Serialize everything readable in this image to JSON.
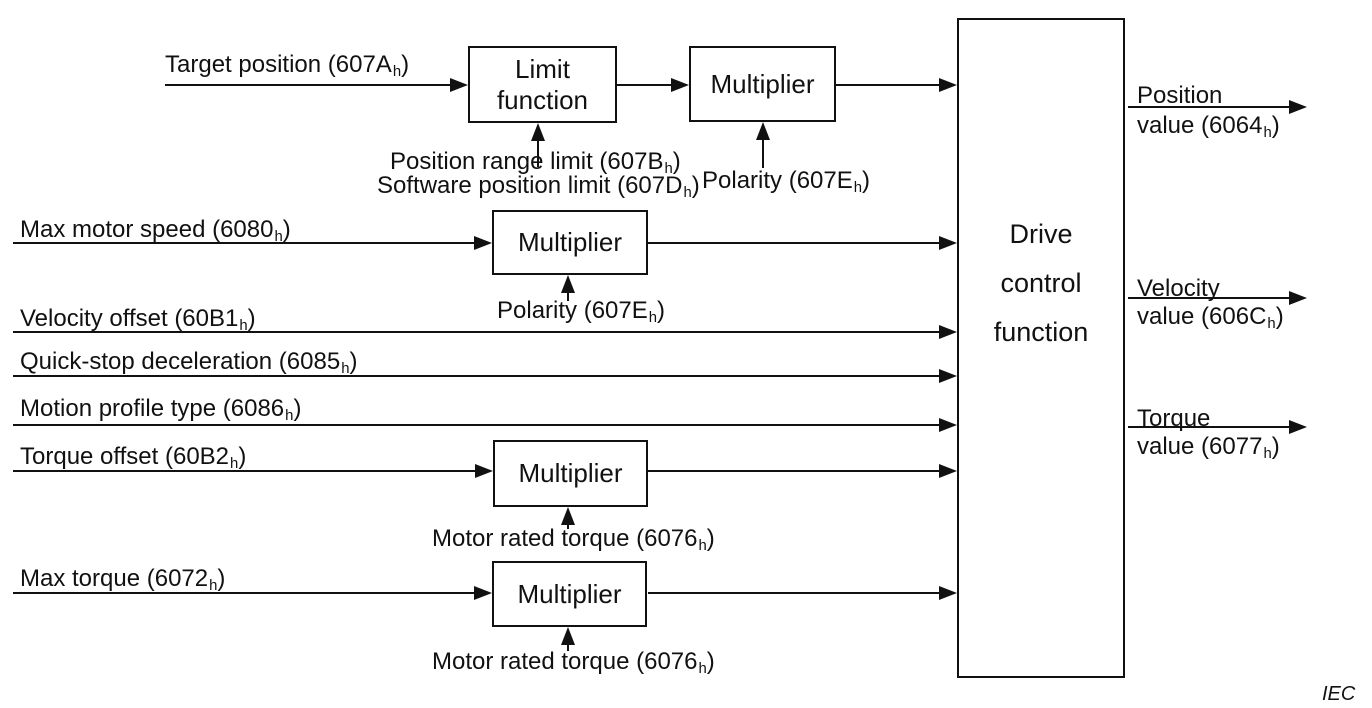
{
  "inputs": [
    {
      "pre": "Target position (607A",
      "sub": "h",
      "post": ")"
    },
    {
      "pre": "Max motor speed (6080",
      "sub": "h",
      "post": ")"
    },
    {
      "pre": "Velocity offset (60B1",
      "sub": "h",
      "post": ")"
    },
    {
      "pre": "Quick-stop deceleration (6085",
      "sub": "h",
      "post": ")"
    },
    {
      "pre": "Motion profile type (6086",
      "sub": "h",
      "post": ")"
    },
    {
      "pre": "Torque offset (60B2",
      "sub": "h",
      "post": ")"
    },
    {
      "pre": "Max torque (6072",
      "sub": "h",
      "post": ")"
    }
  ],
  "params": [
    {
      "pre": "Position range limit (607B",
      "sub": "h",
      "post": ")"
    },
    {
      "pre": "Software position limit (607D",
      "sub": "h",
      "post": ")"
    },
    {
      "pre": "Polarity (607E",
      "sub": "h",
      "post": ")"
    },
    {
      "pre": "Polarity (607E",
      "sub": "h",
      "post": ")"
    },
    {
      "pre": "Motor rated torque (6076",
      "sub": "h",
      "post": ")"
    },
    {
      "pre": "Motor rated torque (6076",
      "sub": "h",
      "post": ")"
    }
  ],
  "blocks": {
    "limit_function": {
      "line1": "Limit",
      "line2": "function"
    },
    "multiplier_label": "Multiplier",
    "drive": {
      "line1": "Drive",
      "line2": "control",
      "line3": "function"
    }
  },
  "outputs": [
    {
      "line1": "Position",
      "pre": "value (6064",
      "sub": "h",
      "post": ")"
    },
    {
      "line1": "Velocity",
      "pre": "value (606C",
      "sub": "h",
      "post": ")"
    },
    {
      "line1": "Torque",
      "pre": "value (6077",
      "sub": "h",
      "post": ")"
    }
  ],
  "footer": {
    "credit": "IEC"
  },
  "colors": {
    "line": "#111111",
    "background": "#ffffff",
    "text": "#111111"
  }
}
